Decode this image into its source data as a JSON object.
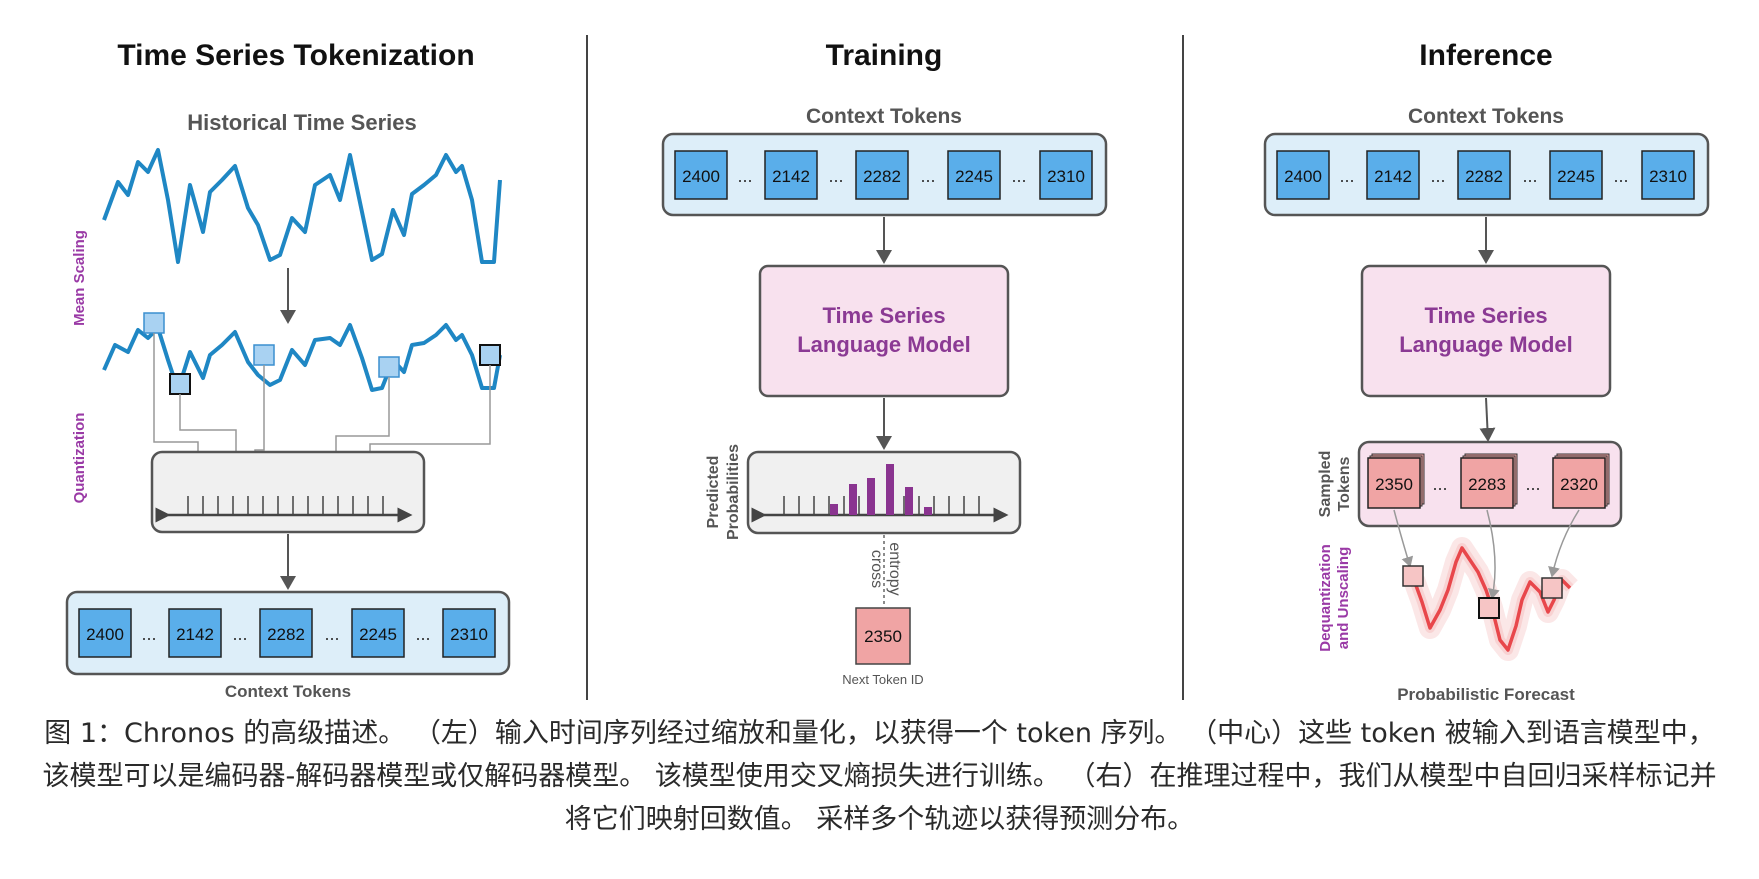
{
  "panels": {
    "tokenization": {
      "title": "Time Series Tokenization",
      "history_label": "Historical Time Series",
      "mean_scaling_label": "Mean Scaling",
      "quantization_label": "Quantization",
      "context_tokens_label": "Context Tokens",
      "tokens": [
        "2400",
        "2142",
        "2282",
        "2245",
        "2310"
      ]
    },
    "training": {
      "title": "Training",
      "context_tokens_label": "Context Tokens",
      "tokens": [
        "2400",
        "2142",
        "2282",
        "2245",
        "2310"
      ],
      "model_line1": "Time Series",
      "model_line2": "Language Model",
      "pred_line1": "Predicted",
      "pred_line2": "Probabilities",
      "loss_line1": "cross",
      "loss_line2": "entropy",
      "next_token": "2350",
      "next_token_label": "Next Token ID"
    },
    "inference": {
      "title": "Inference",
      "context_tokens_label": "Context Tokens",
      "tokens": [
        "2400",
        "2142",
        "2282",
        "2245",
        "2310"
      ],
      "model_line1": "Time Series",
      "model_line2": "Language Model",
      "sampled_line1": "Sampled",
      "sampled_line2": "Tokens",
      "sampled_tokens": [
        "2350",
        "2283",
        "2320"
      ],
      "dequant_line1": "Dequantization",
      "dequant_line2": "and Unscaling",
      "forecast_label": "Probabilistic Forecast"
    }
  },
  "ellipsis": "...",
  "caption": "图 1：Chronos 的高级描述。 （左）输入时间序列经过缩放和量化，以获得一个 token 序列。 （中心）这些 token 被输入到语言模型中，该模型可以是编码器-解码器模型或仅解码器模型。 该模型使用交叉熵损失进行训练。 （右）在推理过程中，我们从模型中自回归采样标记并将它们映射回数值。 采样多个轨迹以获得预测分布。",
  "colors": {
    "series": "#1f87c4",
    "token_fill": "#5aaeea",
    "context_box": "#ddeef9",
    "model_fill": "#f8e1ee",
    "model_text": "#8b3a94",
    "purple_label": "#9a3aa6",
    "prob_bar": "#8a3490",
    "red_token": "#f0a4a4",
    "forecast": "#e8474b"
  }
}
